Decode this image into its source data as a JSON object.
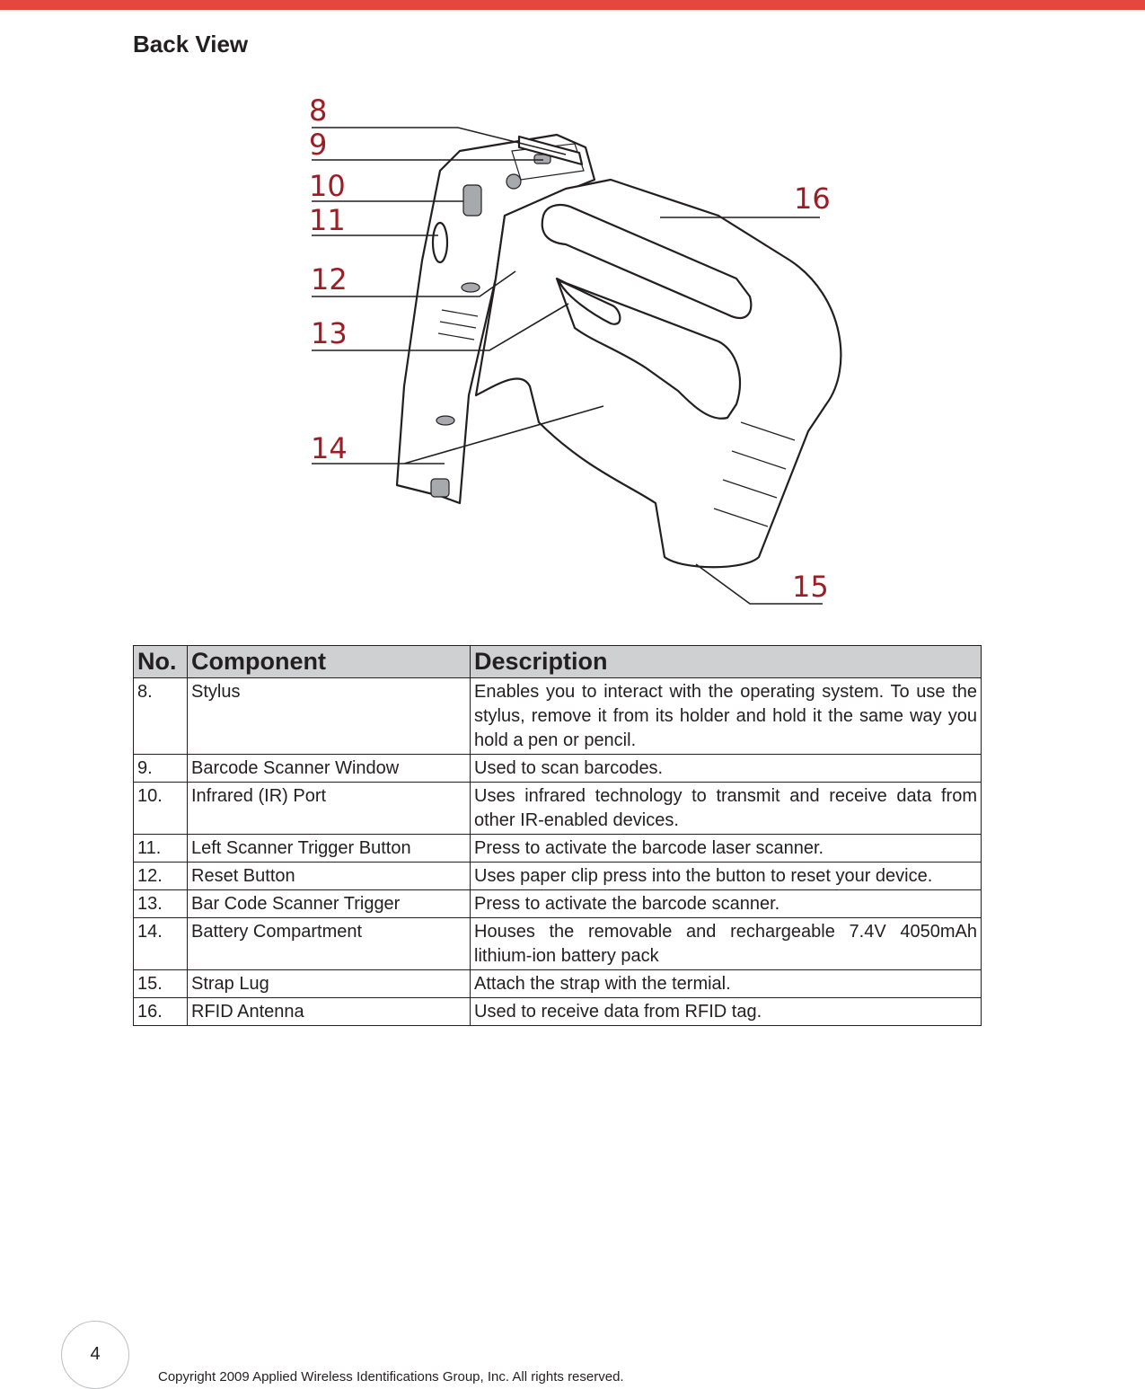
{
  "header": {
    "accent_color": "#e5473f"
  },
  "section": {
    "title": "Back View"
  },
  "figure": {
    "callouts": [
      "8",
      "9",
      "10",
      "11",
      "12",
      "13",
      "14",
      "15",
      "16"
    ],
    "callout_color": "#9e1c24"
  },
  "table": {
    "headers": [
      "No.",
      "Component",
      "Description"
    ],
    "rows": [
      {
        "no": "8.",
        "component": "Stylus",
        "description": "Enables you to interact with the operating system. To use the stylus, remove it from its holder and hold it the same way you hold a pen or pencil."
      },
      {
        "no": "9.",
        "component": "Barcode Scanner Window",
        "description": "Used to scan barcodes."
      },
      {
        "no": "10.",
        "component": "Infrared (IR) Port",
        "description": "Uses infrared technology to transmit and receive data from other IR-enabled devices."
      },
      {
        "no": "11.",
        "component": "Left Scanner Trigger Button",
        "description": "Press to activate the barcode laser scanner."
      },
      {
        "no": "12.",
        "component": "Reset Button",
        "description": "Uses paper clip press into the button to reset your device."
      },
      {
        "no": "13.",
        "component": "Bar Code Scanner Trigger",
        "description": "Press to activate the barcode scanner."
      },
      {
        "no": "14.",
        "component": "Battery Compartment",
        "description": "Houses the removable and rechargeable 7.4V 4050mAh lithium-ion battery pack"
      },
      {
        "no": "15.",
        "component": "Strap Lug",
        "description": "Attach the strap with the termial."
      },
      {
        "no": "16.",
        "component": "RFID Antenna",
        "description": "Used to receive data from RFID tag."
      }
    ]
  },
  "footer": {
    "page_number": "4",
    "copyright": "Copyright 2009 Applied Wireless Identifications Group, Inc. All rights reserved."
  }
}
